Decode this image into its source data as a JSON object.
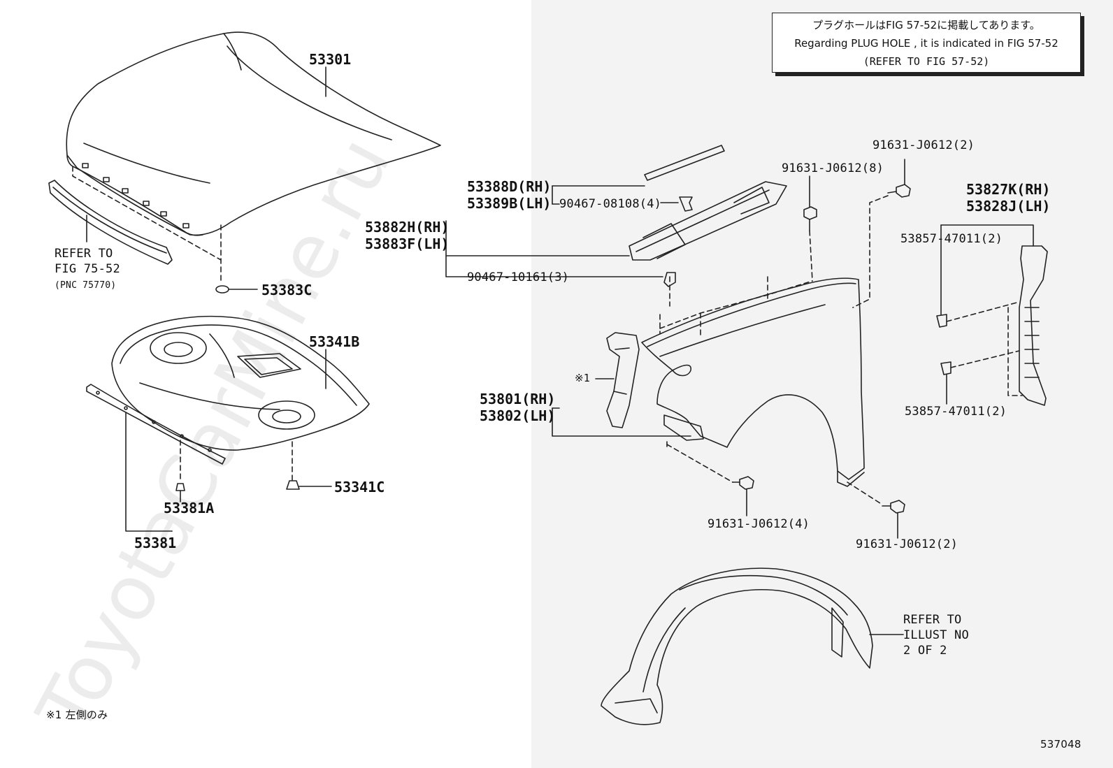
{
  "note": {
    "line1": "プラグホールはFIG 57-52に掲載してあります。",
    "line2": "Regarding PLUG HOLE , it is indicated in FIG 57-52",
    "line3": "(REFER TO FIG 57-52)"
  },
  "watermark": "ToyotaCarMine.ru",
  "parts": {
    "hood": "53301",
    "refer_fig_75_line1": "REFER TO",
    "refer_fig_75_line2": "FIG 75-52",
    "refer_fig_75_line3": "(PNC 75770)",
    "cushion": "53383C",
    "insulator": "53341B",
    "clip_53341c": "53341C",
    "clip_53381a": "53381A",
    "seal": "53381",
    "rh_53388d": "53388D(RH)",
    "lh_53389b": "53389B(LH)",
    "clip_90467_08108": "90467-08108(4)",
    "rh_53882h": "53882H(RH)",
    "lh_53883f": "53883F(LH)",
    "clip_90467_10161": "90467-10161(3)",
    "bolt_top8": "91631-J0612(8)",
    "bolt_top2": "91631-J0612(2)",
    "rh_53827k": "53827K(RH)",
    "lh_53828j": "53828J(LH)",
    "clip_53857_upper": "53857-47011(2)",
    "clip_53857_lower": "53857-47011(2)",
    "note_ref": "※1",
    "rh_53801": "53801(RH)",
    "lh_53802": "53802(LH)",
    "bolt_bottom4": "91631-J0612(4)",
    "bolt_bottom2": "91631-J0612(2)",
    "refer_illust_line1": "REFER TO",
    "refer_illust_line2": "ILLUST NO",
    "refer_illust_line3": "2 OF 2"
  },
  "footnote": "※1 左側のみ",
  "figure_number": "537048"
}
